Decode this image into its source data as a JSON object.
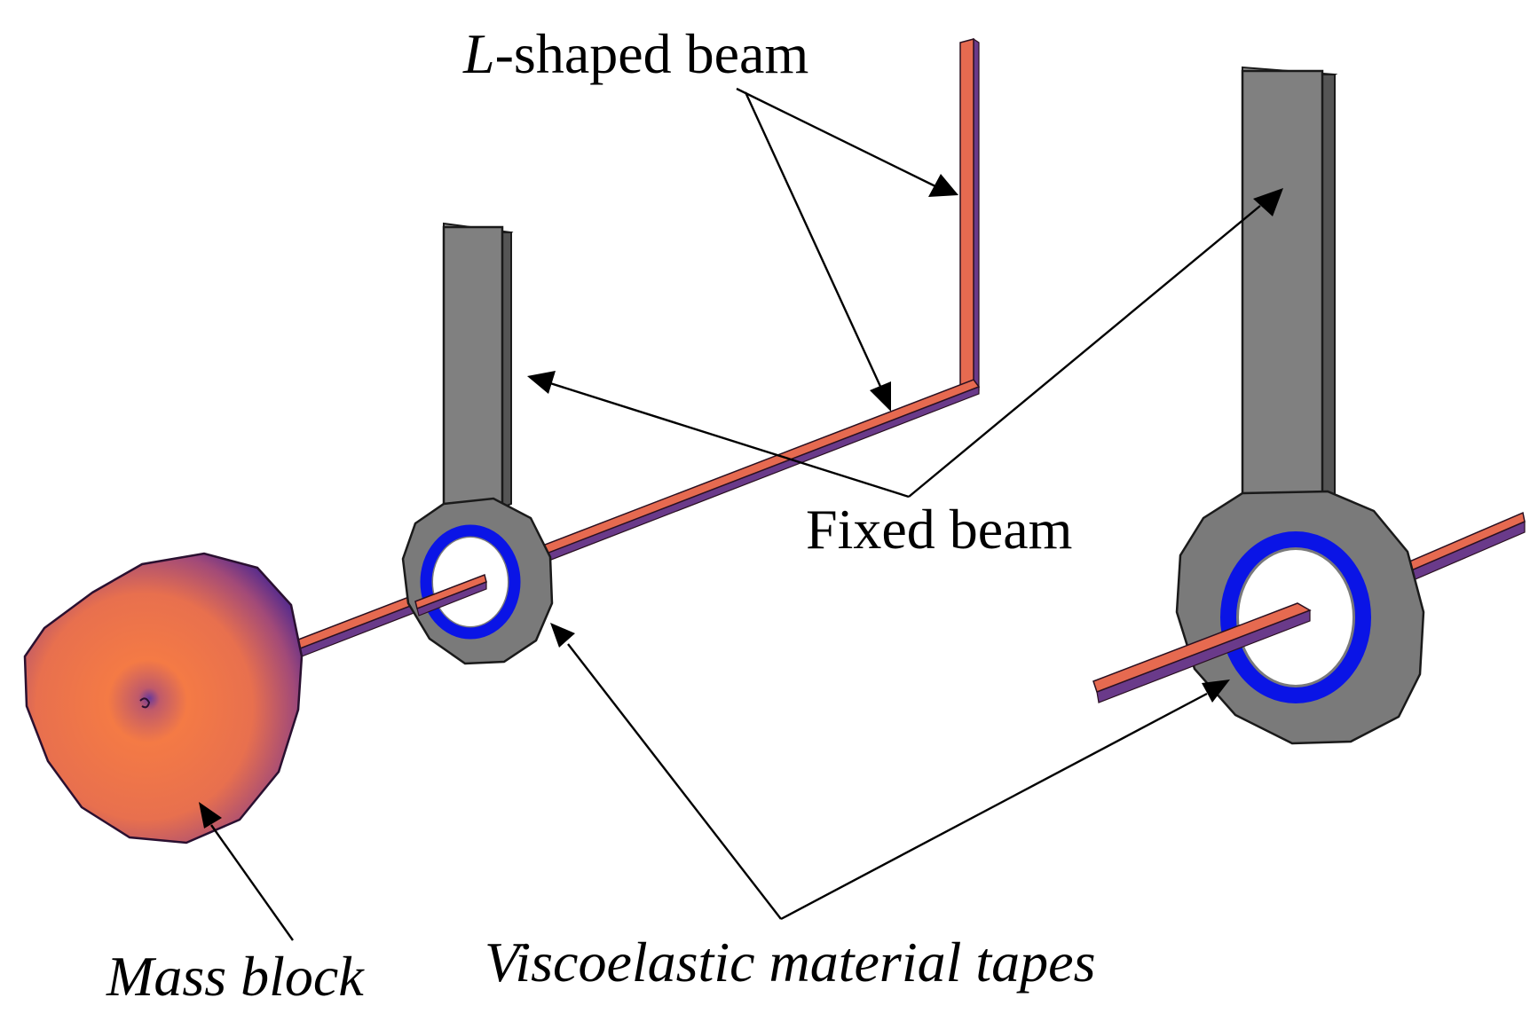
{
  "labels": {
    "l_beam_italic": "L",
    "l_beam_rest": "-shaped beam",
    "fixed_beam": "Fixed beam",
    "mass_block": "Mass block",
    "viscoelastic": "Viscoelastic material tapes"
  },
  "colors": {
    "beam": "#e66a50",
    "beam_underside": "#6a3a8a",
    "fixed_beam": "#808080",
    "viscoelastic_tape": "#0a14e6",
    "mass_block_light": "#f47a45",
    "mass_block_dark": "#5a2d8c"
  }
}
